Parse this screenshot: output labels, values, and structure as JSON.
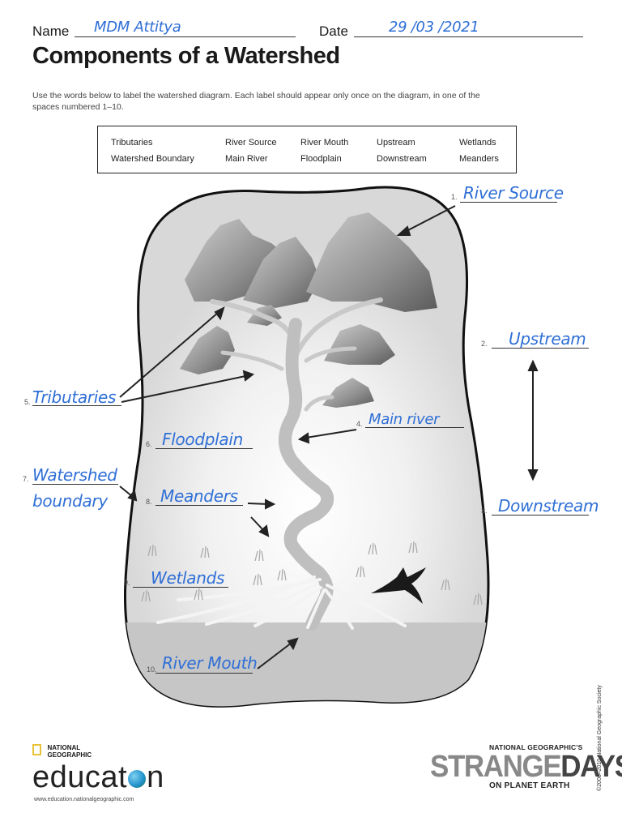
{
  "header": {
    "name_label": "Name",
    "name_value": "MDM Attitya",
    "date_label": "Date",
    "date_value": "29 /03 /2021"
  },
  "title": "Components of a Watershed",
  "instructions": "Use the words below to label the watershed diagram. Each label should appear only once on the diagram, in one of the spaces numbered 1–10.",
  "word_bank": [
    [
      "Tributaries",
      "River Source",
      "River Mouth",
      "Upstream",
      "Wetlands"
    ],
    [
      "Watershed Boundary",
      "Main River",
      "Floodplain",
      "Downstream",
      "Meanders"
    ]
  ],
  "labels": [
    {
      "num": "1.",
      "answer": "River Source"
    },
    {
      "num": "2.",
      "answer": "Upstream"
    },
    {
      "num": "3.",
      "answer": "Downstream"
    },
    {
      "num": "4.",
      "answer": "Main river"
    },
    {
      "num": "5.",
      "answer": "Tributaries"
    },
    {
      "num": "6.",
      "answer": "Floodplain"
    },
    {
      "num": "7.",
      "answer": "Watershed",
      "answer2": "boundary"
    },
    {
      "num": "8.",
      "answer": "Meanders"
    },
    {
      "num": "9.",
      "answer": "Wetlands"
    },
    {
      "num": "10.",
      "answer": "River Mouth"
    }
  ],
  "footer": {
    "ng_line1": "NATIONAL",
    "ng_line2": "GEOGRAPHIC",
    "education_pre": "educat",
    "education_post": "n",
    "url": "www.education.nationalgeographic.com",
    "sd_top": "NATIONAL GEOGRAPHIC'S",
    "sd_strange": "STRANGE",
    "sd_days": "DAYS",
    "sd_bottom": "ON PLANET EARTH",
    "copyright": "©2008–2010 National Geographic Society"
  },
  "colors": {
    "handwriting": "#2f6fd6",
    "ng_yellow": "#e8c33a"
  },
  "icons": [
    "globe-icon",
    "bird-icon",
    "mountain-icon",
    "grass-icon"
  ]
}
